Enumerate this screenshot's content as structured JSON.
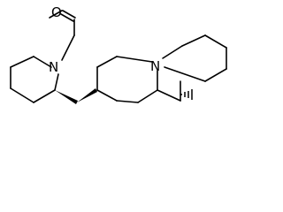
{
  "molecule": {
    "atoms": {
      "oxygen": "O",
      "nitrogen_piperidine": "N",
      "nitrogen_quinolizidine": "N"
    },
    "colors": {
      "ink": "#000000",
      "background": "#ffffff"
    }
  }
}
